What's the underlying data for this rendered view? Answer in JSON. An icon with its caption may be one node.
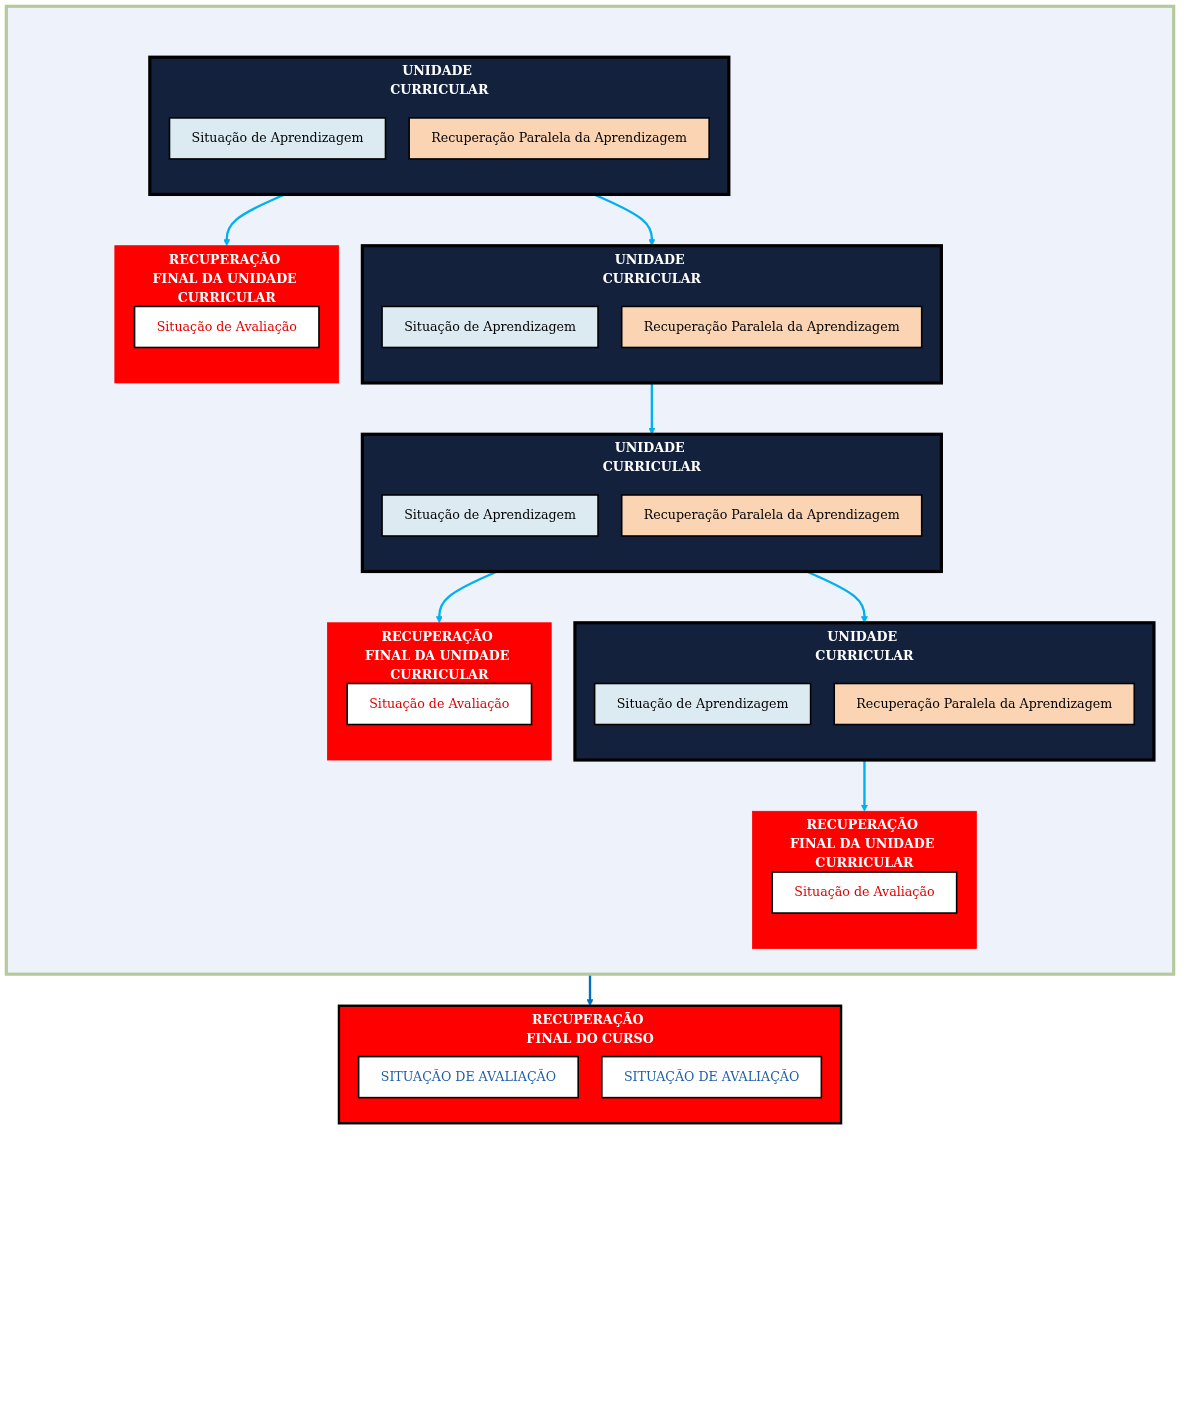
{
  "diagram": {
    "nodes": [
      {
        "text": [],
        "shape": "box"
      },
      {
        "text": [
          "UNIDADE CURRICULAR"
        ],
        "in": 0
      },
      {
        "text": [
          "Situação de Aprendizagem"
        ],
        "in": 1
      },
      {
        "text": [
          "Recuperação Paralela da Aprendizagem"
        ],
        "in": 1
      },
      {
        "text": [
          "RECUPERAÇÃO FINAL DA UNIDADE CURRICULAR"
        ],
        "in": 0
      },
      {
        "text": [
          "Situação de Avaliação"
        ],
        "in": 4
      },
      {
        "text": [
          "UNIDADE CURRICULAR"
        ],
        "in": 0
      },
      {
        "text": [
          "Situação de Aprendizagem"
        ],
        "in": 6
      },
      {
        "text": [
          "Recuperação Paralela da Aprendizagem"
        ],
        "in": 6
      },
      {
        "text": [
          "UNIDADE CURRICULAR"
        ],
        "in": 0
      },
      {
        "text": [
          "Situação de Aprendizagem"
        ],
        "in": 9
      },
      {
        "text": [
          "Recuperação Paralela da Aprendizagem"
        ],
        "in": 9
      },
      {
        "text": [
          "RECUPERAÇÃO FINAL DA UNIDADE CURRICULAR"
        ],
        "in": 0
      },
      {
        "text": [
          "Situação de Avaliação"
        ],
        "in": 12
      },
      {
        "text": [
          "UNIDADE CURRICULAR"
        ],
        "in": 0
      },
      {
        "text": [
          "Situação de Aprendizagem"
        ],
        "in": 14
      },
      {
        "text": [
          "Recuperação Paralela da Aprendizagem"
        ],
        "in": 14
      },
      {
        "text": [
          "RECUPERAÇÃO FINAL DA UNIDADE CURRICULAR"
        ],
        "in": 0
      },
      {
        "text": [
          "Situação de Avaliação"
        ],
        "in": 17
      },
      {
        "text": [
          "RECUPERAÇÃO FINAL DO CURSO"
        ]
      },
      {
        "text": [
          "SITUAÇÃO DE AVALIAÇÃO"
        ],
        "in": 19
      },
      {
        "text": [
          "SITUAÇÃO DE AVALIAÇÃO"
        ],
        "in": 19
      }
    ],
    "edges": [
      {
        "from": 1,
        "to": 4,
        "arrow": "to"
      },
      {
        "from": 1,
        "to": 6,
        "arrow": "to"
      },
      {
        "from": 6,
        "to": 9,
        "arrow": "to"
      },
      {
        "from": 9,
        "to": 12,
        "arrow": "to"
      },
      {
        "from": 9,
        "to": 14,
        "arrow": "to"
      },
      {
        "from": 14,
        "to": 17,
        "arrow": "to"
      },
      {
        "from": 0,
        "to": 19,
        "arrow": "to",
        "color": "#0070c0"
      }
    ]
  }
}
